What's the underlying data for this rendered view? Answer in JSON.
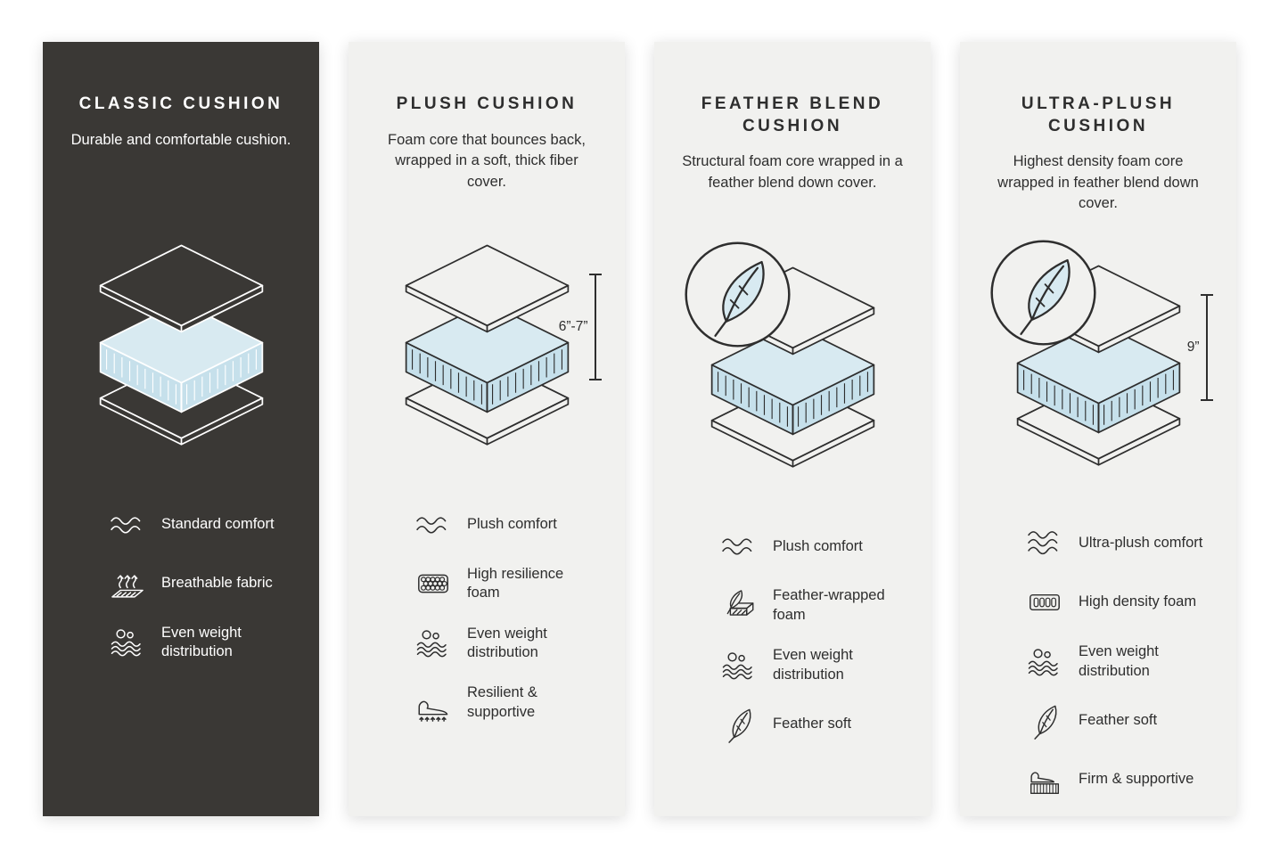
{
  "palette": {
    "page_background": "#FFFFFF",
    "dark_card_background": "#3A3835",
    "light_card_background": "#F1F1EF",
    "foam_blue_top": "#D8EAF1",
    "foam_blue_side": "#C6E0EB",
    "ink_dark": "#2E2E2E",
    "ink_light": "#FFFFFF"
  },
  "cards": [
    {
      "id": "classic",
      "theme": "dark",
      "title": "CLASSIC CUSHION",
      "description": "Durable and comfortable cushion.",
      "features": [
        {
          "icon": "comfort-waves-icon",
          "label": "Standard comfort"
        },
        {
          "icon": "breathable-fabric-icon",
          "label": "Breathable fabric"
        },
        {
          "icon": "weight-distribution-icon",
          "label": "Even weight distribution"
        }
      ]
    },
    {
      "id": "plush",
      "theme": "light",
      "title": "PLUSH CUSHION",
      "description": "Foam core that bounces back, wrapped in a soft, thick fiber cover.",
      "measurement": "6”-7”",
      "features": [
        {
          "icon": "comfort-waves-icon",
          "label": "Plush comfort"
        },
        {
          "icon": "resilience-foam-cells-icon",
          "label": "High resilience foam"
        },
        {
          "icon": "weight-distribution-icon",
          "label": "Even weight distribution"
        },
        {
          "icon": "resilient-supportive-icon",
          "label": "Resilient & supportive"
        }
      ]
    },
    {
      "id": "feather-blend",
      "theme": "light",
      "title": "FEATHER BLEND CUSHION",
      "description": "Structural foam core wrapped in a feather blend down cover.",
      "has_feather_badge": true,
      "features": [
        {
          "icon": "comfort-waves-icon",
          "label": "Plush comfort"
        },
        {
          "icon": "feather-wrapped-foam-icon",
          "label": "Feather-wrapped foam"
        },
        {
          "icon": "weight-distribution-icon",
          "label": "Even weight distribution"
        },
        {
          "icon": "feather-icon",
          "label": "Feather soft"
        }
      ]
    },
    {
      "id": "ultra-plush",
      "theme": "light",
      "title": "ULTRA-PLUSH CUSHION",
      "description": "Highest density foam core wrapped in feather blend down cover.",
      "measurement": "9”",
      "has_feather_badge": true,
      "features": [
        {
          "icon": "comfort-waves-3-icon",
          "label": "Ultra-plush comfort"
        },
        {
          "icon": "high-density-foam-icon",
          "label": "High density foam"
        },
        {
          "icon": "weight-distribution-icon",
          "label": "Even weight distribution"
        },
        {
          "icon": "feather-icon",
          "label": "Feather soft"
        },
        {
          "icon": "firm-supportive-icon",
          "label": "Firm & supportive"
        }
      ]
    }
  ]
}
